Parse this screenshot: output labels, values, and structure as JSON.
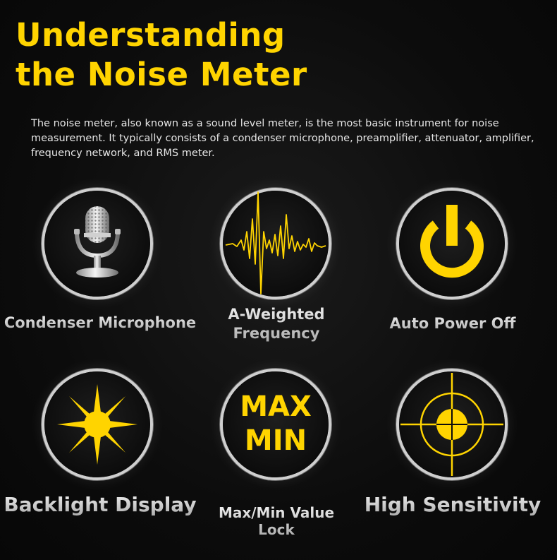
{
  "header": {
    "title_line1": "Understanding",
    "title_line2": "the Noise Meter",
    "intro": "The noise meter, also known as a sound level meter, is the most basic instrument for noise measurement. It typically consists of a condenser microphone, preamplifier, attenuator, amplifier, frequency network, and RMS meter."
  },
  "features": {
    "condenser_microphone": {
      "label": "Condenser Microphone",
      "icon": "microphone-icon"
    },
    "a_weighted": {
      "label_line1": "A-Weighted",
      "label_line2": "Frequency",
      "icon": "waveform-icon"
    },
    "auto_power_off": {
      "label": "Auto Power Off",
      "icon": "power-icon"
    },
    "backlight_display": {
      "label": "Backlight Display",
      "icon": "sun-icon"
    },
    "max_min": {
      "label_line1": "Max/Min Value",
      "label_line2": "Lock",
      "icon_text_top": "MAX",
      "icon_text_bottom": "MIN"
    },
    "high_sensitivity": {
      "label": "High Sensitivity",
      "icon": "crosshair-icon"
    }
  },
  "colors": {
    "accent": "#ffd400",
    "ring": "#cfcfcf",
    "background": "#0c0c0c",
    "text": "#e6e6e6"
  }
}
